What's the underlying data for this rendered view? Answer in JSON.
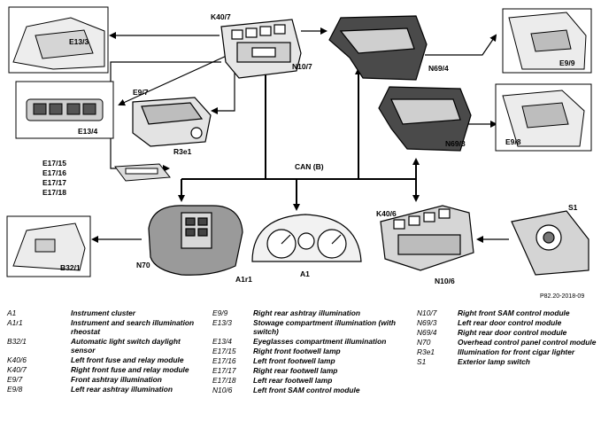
{
  "diagram": {
    "bus_label": "CAN (B)",
    "reference": "P82.20-2018-09",
    "labels": {
      "k40_7": "K40/7",
      "n10_7": "N10/7",
      "e13_3": "E13/3",
      "e13_4": "E13/4",
      "e9_7": "E9/7",
      "r3e1": "R3e1",
      "e17_group": [
        "E17/15",
        "E17/16",
        "E17/17",
        "E17/18"
      ],
      "n69_4": "N69/4",
      "e9_9": "E9/9",
      "n69_3": "N69/3",
      "e9_8": "E9/8",
      "b32_1": "B32/1",
      "n70": "N70",
      "a1r1": "A1r1",
      "a1": "A1",
      "k40_6": "K40/6",
      "n10_6": "N10/6",
      "s1": "S1"
    }
  },
  "legend": {
    "col1": [
      {
        "code": "A1",
        "desc": "Instrument cluster"
      },
      {
        "code": "A1r1",
        "desc": "Instrument and search illumination rheostat"
      },
      {
        "code": "B32/1",
        "desc": "Automatic light switch daylight sensor"
      },
      {
        "code": "K40/6",
        "desc": "Left front fuse and relay module"
      },
      {
        "code": "K40/7",
        "desc": "Right front fuse and relay module"
      },
      {
        "code": "E9/7",
        "desc": "Front ashtray illumination"
      },
      {
        "code": "E9/8",
        "desc": "Left rear ashtray illumination"
      }
    ],
    "col2": [
      {
        "code": "E9/9",
        "desc": "Right rear ashtray illumination"
      },
      {
        "code": "E13/3",
        "desc": "Stowage compartment illumination (with switch)"
      },
      {
        "code": "E13/4",
        "desc": "Eyeglasses compartment illumination"
      },
      {
        "code": "E17/15",
        "desc": "Right front footwell lamp"
      },
      {
        "code": "E17/16",
        "desc": "Left front footwell lamp"
      },
      {
        "code": "E17/17",
        "desc": "Right rear footwell lamp"
      },
      {
        "code": "E17/18",
        "desc": "Left rear footwell lamp"
      },
      {
        "code": "N10/6",
        "desc": "Left front SAM control module"
      }
    ],
    "col3": [
      {
        "code": "N10/7",
        "desc": "Right front SAM control module"
      },
      {
        "code": "N69/3",
        "desc": "Left rear door control module"
      },
      {
        "code": "N69/4",
        "desc": "Right rear door control module"
      },
      {
        "code": "N70",
        "desc": "Overhead control panel control module"
      },
      {
        "code": "R3e1",
        "desc": "Illumination for front cigar lighter"
      },
      {
        "code": "S1",
        "desc": "Exterior lamp switch"
      }
    ]
  }
}
